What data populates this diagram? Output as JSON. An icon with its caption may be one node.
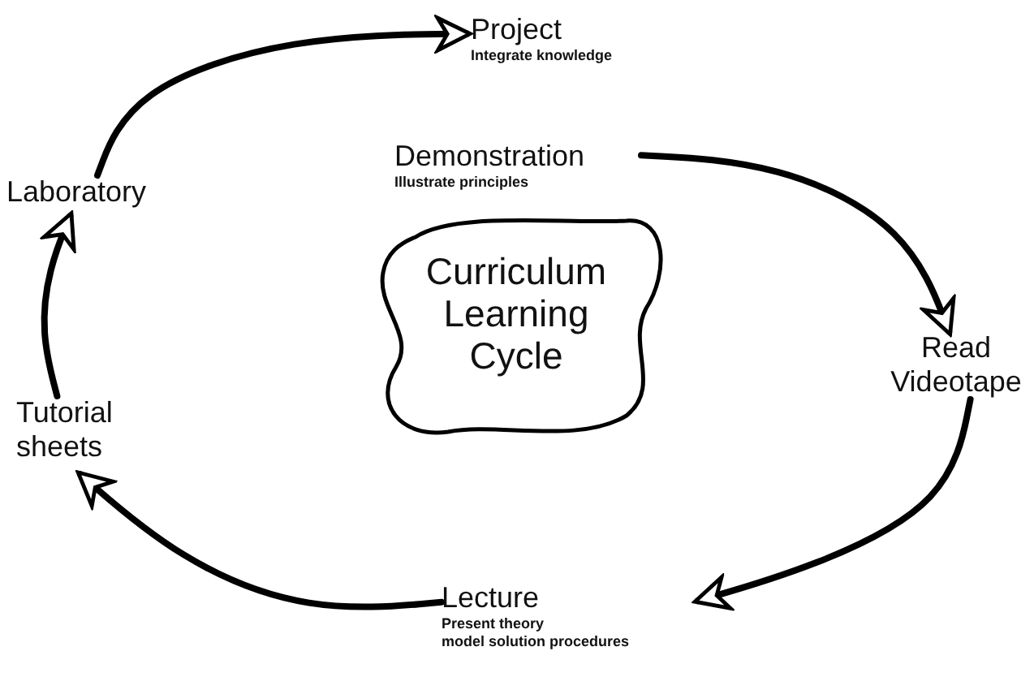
{
  "diagram": {
    "nodes": [
      {
        "text": [
          "Project",
          "Integrate knowledge"
        ]
      },
      {
        "text": [
          "Demonstration",
          "Illustrate principles"
        ]
      },
      {
        "text": [
          "Read Videotape"
        ]
      },
      {
        "text": [
          "Lecture",
          "Present theory",
          "model solution procedures"
        ]
      },
      {
        "text": [
          "Tutorial sheets"
        ]
      },
      {
        "text": [
          "Laboratory"
        ]
      },
      {
        "text": [
          "Curriculum Learning Cycle"
        ]
      }
    ],
    "edges": [
      {
        "from": 5,
        "to": 0,
        "arrow": "to"
      },
      {
        "from": 1,
        "to": 2,
        "arrow": "to"
      },
      {
        "from": 2,
        "to": 3,
        "arrow": "to"
      },
      {
        "from": 3,
        "to": 4,
        "arrow": "to"
      },
      {
        "from": 4,
        "to": 5,
        "arrow": "to"
      }
    ]
  }
}
